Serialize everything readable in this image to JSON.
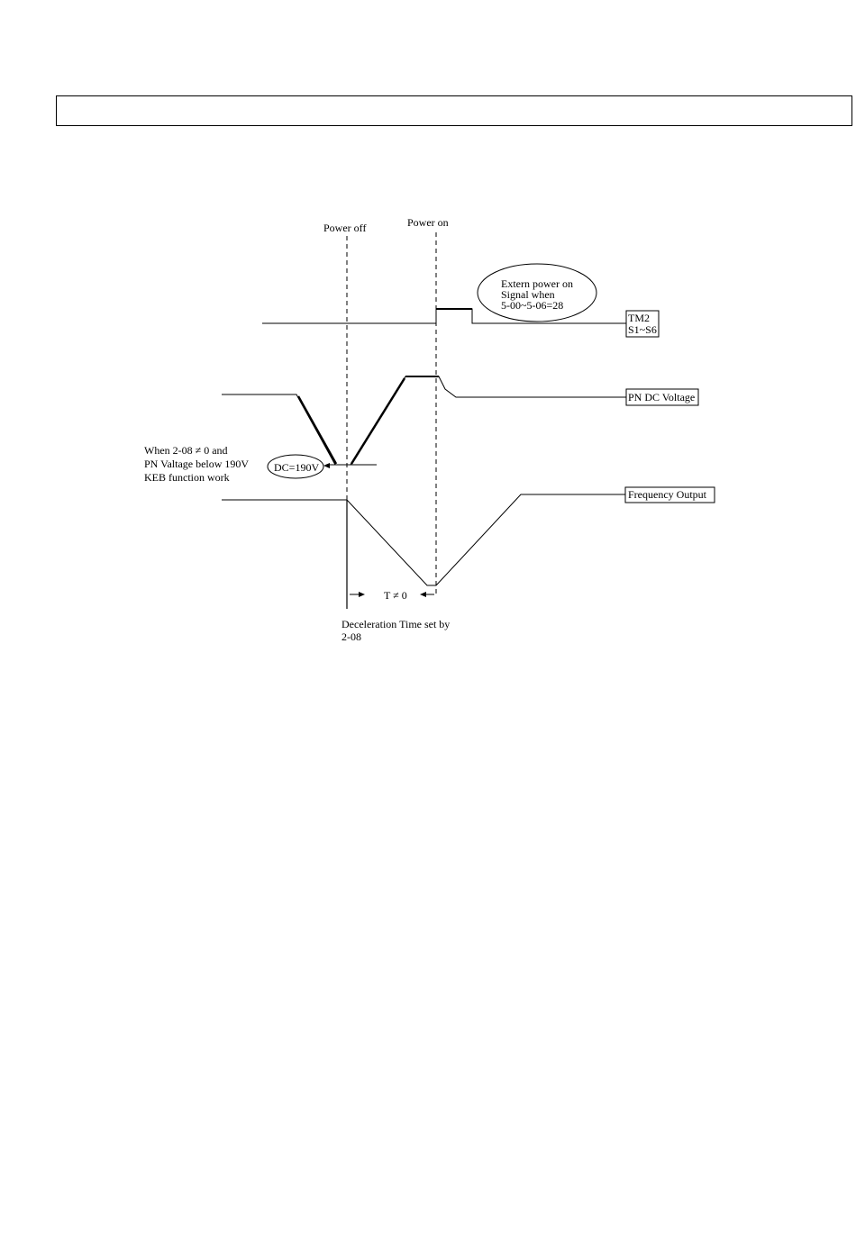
{
  "header_box": {
    "text": ""
  },
  "diagram": {
    "power_off_label": "Power off",
    "power_on_label": "Power on",
    "extern_note": [
      "Extern power on",
      "Signal when",
      "5-00~5-06=28"
    ],
    "tm2_label": [
      "TM2",
      "S1~S6"
    ],
    "pn_dc_label": "PN DC Voltage",
    "keb_note": [
      "When 2-08 ≠ 0 and",
      "PN Valtage below 190V",
      "KEB function work"
    ],
    "dc_label": "DC=190V",
    "freq_label": "Frequency Output",
    "t_label": "T ≠ 0",
    "decel_note": [
      "Deceleration Time set by",
      "2-08"
    ]
  }
}
